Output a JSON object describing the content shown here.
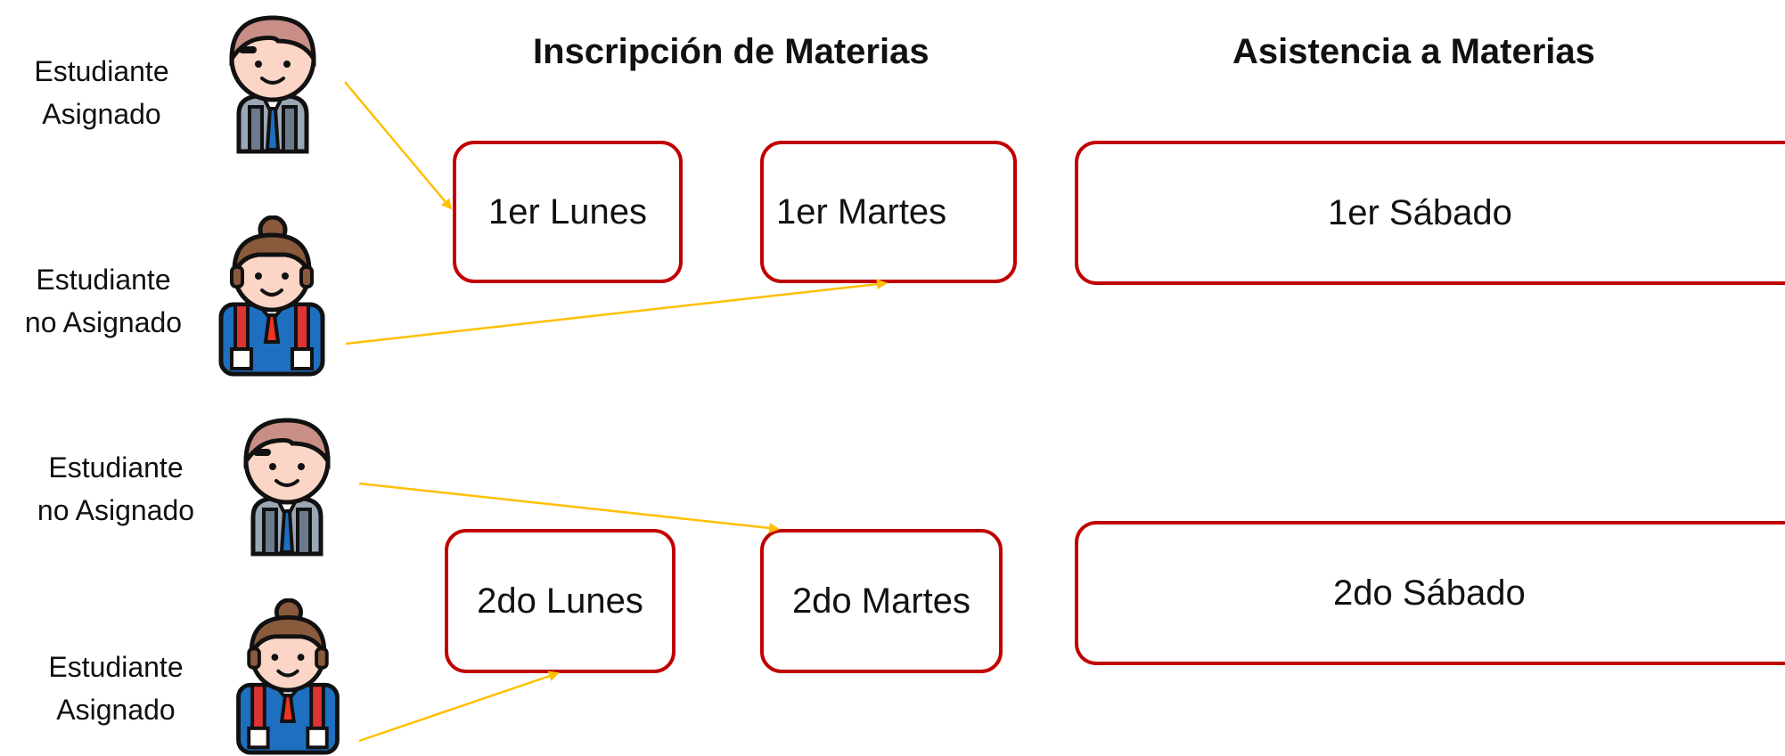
{
  "headings": {
    "enrollment": "Inscripción de Materias",
    "attendance": "Asistencia a Materias"
  },
  "students": [
    {
      "label_line1": "Estudiante",
      "label_line2": "Asignado",
      "avatar": "boy-student-icon"
    },
    {
      "label_line1": "Estudiante",
      "label_line2": "no Asignado",
      "avatar": "girl-student-icon"
    },
    {
      "label_line1": "Estudiante",
      "label_line2": "no Asignado",
      "avatar": "boy-student-icon"
    },
    {
      "label_line1": "Estudiante",
      "label_line2": "Asignado",
      "avatar": "girl-student-icon"
    }
  ],
  "enrollment_slots": {
    "first_monday": "1er Lunes",
    "first_tuesday": "1er Martes",
    "second_monday": "2do Lunes",
    "second_tuesday": "2do Martes"
  },
  "attendance_slots": {
    "first_saturday": "1er Sábado",
    "second_saturday": "2do Sábado"
  },
  "colors": {
    "box_border": "#c00000",
    "arrow": "#ffc000"
  }
}
